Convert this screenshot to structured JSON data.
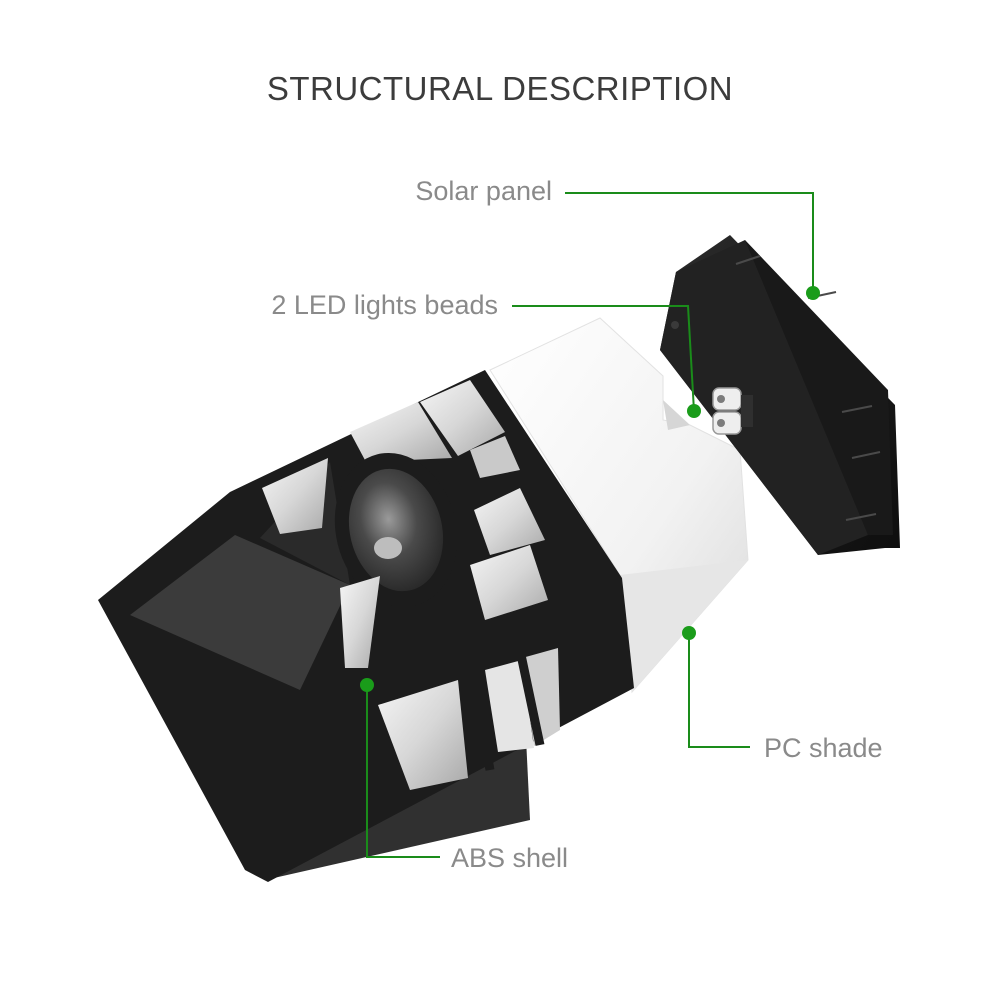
{
  "title": "STRUCTURAL DESCRIPTION",
  "callouts": {
    "solar_panel": "Solar panel",
    "led_beads": "2 LED lights beads",
    "pc_shade": "PC shade",
    "abs_shell": "ABS shell"
  },
  "colors": {
    "leader_line": "#1a8c1a",
    "shell": "#1c1c1c",
    "shade": "#f1f1f1",
    "label_text": "#8a8a8a",
    "title_text": "#3c3c3c"
  }
}
